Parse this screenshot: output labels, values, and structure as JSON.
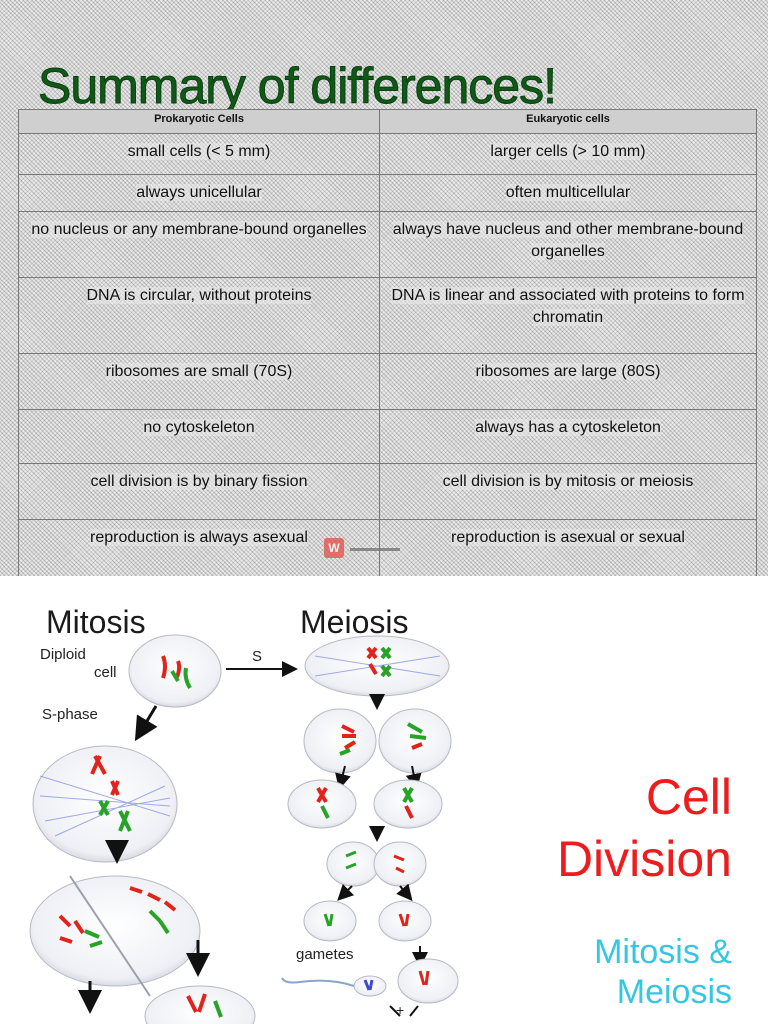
{
  "slide1": {
    "title": "Summary of differences!",
    "table": {
      "headers": [
        "Prokaryotic Cells",
        "Eukaryotic cells"
      ],
      "rows": [
        [
          "small cells (< 5 mm)",
          "larger cells (> 10 mm)"
        ],
        [
          "always unicellular",
          "often multicellular"
        ],
        [
          "no nucleus or any membrane-bound organelles",
          "always have nucleus and other membrane-bound organelles"
        ],
        [
          "DNA is circular, without proteins",
          "DNA is linear and associated with proteins to form chromatin"
        ],
        [
          "ribosomes are small (70S)",
          "ribosomes are large (80S)"
        ],
        [
          "no cytoskeleton",
          "always has a cytoskeleton"
        ],
        [
          "cell division is by binary fission",
          "cell division is by mitosis or meiosis"
        ],
        [
          "reproduction is always asexual",
          "reproduction is asexual or sexual"
        ]
      ]
    },
    "watermark": {
      "logo": "W"
    }
  },
  "slide2": {
    "mitosis_heading": "Mitosis",
    "meiosis_heading": "Meiosis",
    "label_diploid": "Diploid",
    "label_cell": "cell",
    "label_s": "S",
    "label_sphase": "S-phase",
    "label_gametes": "gametes",
    "label_plus": "+",
    "title_line1": "Cell",
    "title_line2": "Division",
    "subtitle_line1": "Mitosis &",
    "subtitle_line2": "Meiosis"
  },
  "colors": {
    "title_green": "#0e5a16",
    "cell_division_red": "#ee1c1c",
    "subtitle_cyan": "#35c6e0",
    "chromosome_red": "#e0241b",
    "chromosome_green": "#27a327",
    "spindle_blue": "#6a77d8"
  }
}
